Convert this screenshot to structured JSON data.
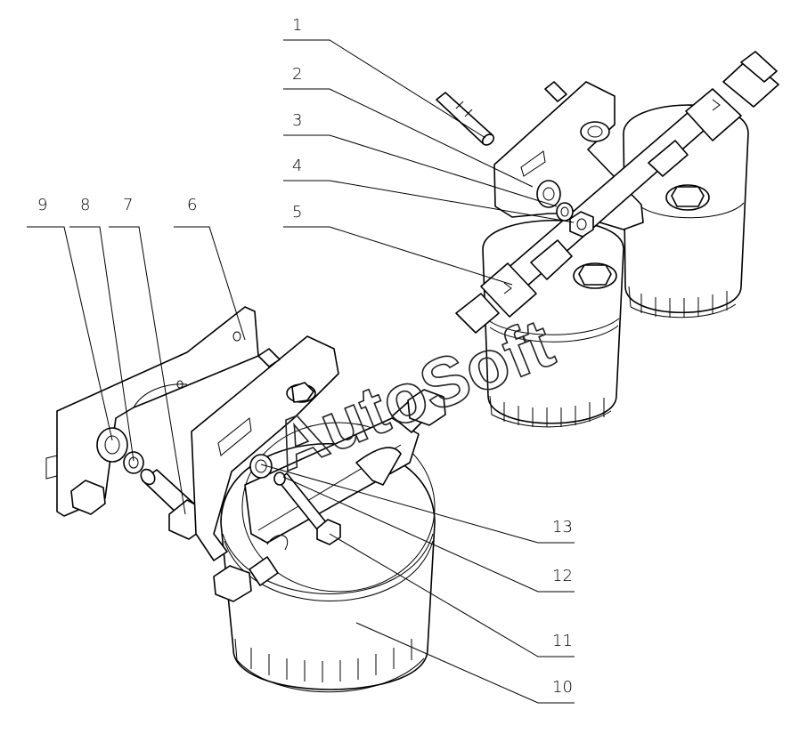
{
  "figure": {
    "watermark": "AutoSoft",
    "callouts": [
      {
        "id": "callout-1",
        "text": "1"
      },
      {
        "id": "callout-2",
        "text": "2"
      },
      {
        "id": "callout-3",
        "text": "3"
      },
      {
        "id": "callout-4",
        "text": "4"
      },
      {
        "id": "callout-5",
        "text": "5"
      },
      {
        "id": "callout-6",
        "text": "6"
      },
      {
        "id": "callout-7",
        "text": "7"
      },
      {
        "id": "callout-8",
        "text": "8"
      },
      {
        "id": "callout-9",
        "text": "9"
      },
      {
        "id": "callout-10",
        "text": "10"
      },
      {
        "id": "callout-11",
        "text": "11"
      },
      {
        "id": "callout-12",
        "text": "12"
      },
      {
        "id": "callout-13",
        "text": "13"
      }
    ]
  }
}
